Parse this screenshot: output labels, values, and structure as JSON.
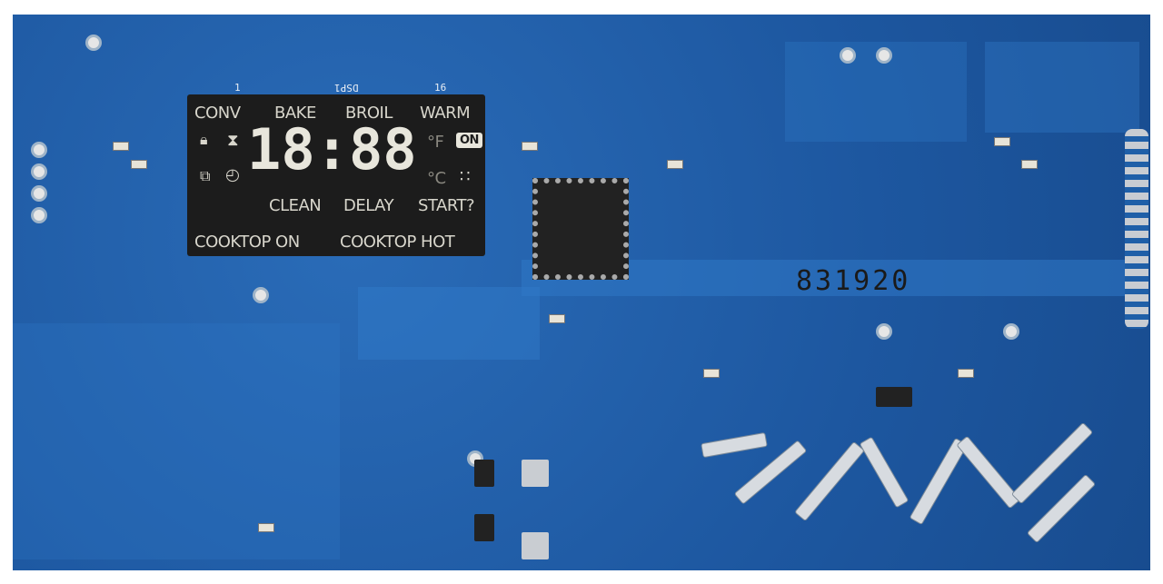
{
  "display": {
    "modes_top": [
      "CONV",
      "BAKE",
      "BROIL",
      "WARM"
    ],
    "time": "18:88",
    "unit_f": "°F",
    "unit_c": "°C",
    "on_badge": "ON",
    "modes_bottom": [
      "CLEAN",
      "DELAY",
      "START?"
    ],
    "cooktop": [
      "COOKTOP ON",
      "COOKTOP HOT"
    ],
    "icons": [
      "lock-icon",
      "hourglass-icon",
      "door-lock-icon",
      "timer-icon",
      "fan-dots-icon"
    ]
  },
  "silkscreen": {
    "designator": "DSP1",
    "pin_first": "1",
    "pin_last": "16",
    "serial": "831920"
  },
  "colors": {
    "board": "#1f5fa8",
    "lcd": "#1c1c1c",
    "segment": "#e8e6dc"
  }
}
